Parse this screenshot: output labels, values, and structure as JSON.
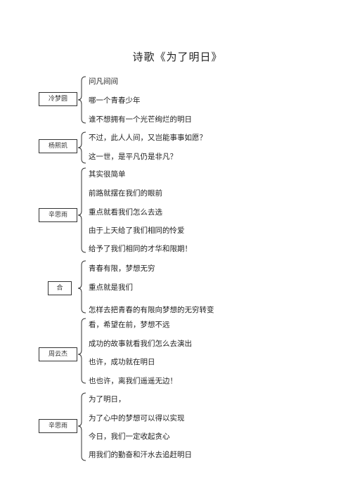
{
  "title": "诗歌《为了明日》",
  "sections": [
    {
      "speaker": "冷梦圆",
      "lines": [
        "问凡间间",
        "哪一个青春少年",
        "谁不想拥有一个光芒绚烂的明日"
      ]
    },
    {
      "speaker": "杨熙凯",
      "lines": [
        "不过，此人人间，又岂能事事如愿？",
        "这一世，是平凡仍是非凡？"
      ]
    },
    {
      "speaker": "辛思雨",
      "lines": [
        "其实很简单",
        "前路就摆在我们的眼前",
        "重点就看我们怎么去选",
        "由于上天给了我们相同的怜爱",
        "给予了我们相同的才华和限期！"
      ]
    },
    {
      "speaker": "合",
      "lines": [
        "青春有限，梦想无穷",
        "重点就是我们",
        "怎样去把青春的有限向梦想的无穷转变"
      ]
    },
    {
      "speaker": "周云杰",
      "lines": [
        "看，希望在前，梦想不远",
        "成功的故事就看我们怎么去演出",
        "也许，成功就在明日",
        "也也许，离我们遥遥无边！"
      ]
    },
    {
      "speaker": "辛思雨",
      "lines": [
        "为了明日，",
        "为了心中的梦想可以得以实现",
        "今日，我们一定收起贪心",
        "用我们的勤奋和汗水去追赶明日"
      ]
    }
  ]
}
